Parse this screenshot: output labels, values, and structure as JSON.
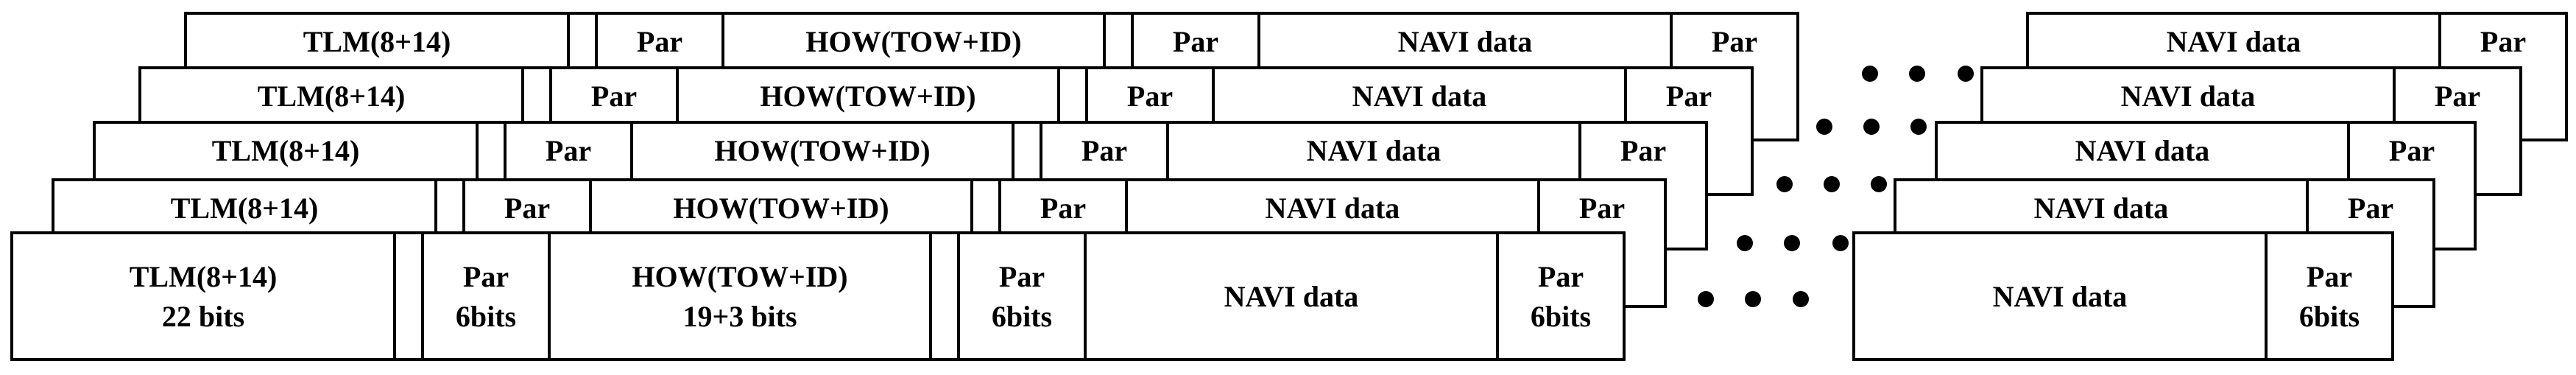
{
  "diagram": {
    "frames": [
      {
        "cells": [
          {
            "key": "tlm",
            "lines": [
              "TLM(8+14)",
              "22 bits"
            ]
          },
          {
            "key": "gap1",
            "lines": []
          },
          {
            "key": "par1",
            "lines": [
              "Par",
              "6bits"
            ]
          },
          {
            "key": "how",
            "lines": [
              "HOW(TOW+ID)",
              "19+3 bits"
            ]
          },
          {
            "key": "gap2",
            "lines": []
          },
          {
            "key": "par2",
            "lines": [
              "Par",
              "6bits"
            ]
          },
          {
            "key": "navi",
            "lines": [
              "NAVI data"
            ]
          },
          {
            "key": "par3",
            "lines": [
              "Par",
              "6bits"
            ]
          }
        ]
      },
      {
        "cells": [
          {
            "key": "navi",
            "lines": [
              "NAVI data"
            ]
          },
          {
            "key": "par",
            "lines": [
              "Par",
              "6bits"
            ]
          }
        ]
      }
    ],
    "ellipsis": "• • •",
    "stack_depth": 5
  }
}
